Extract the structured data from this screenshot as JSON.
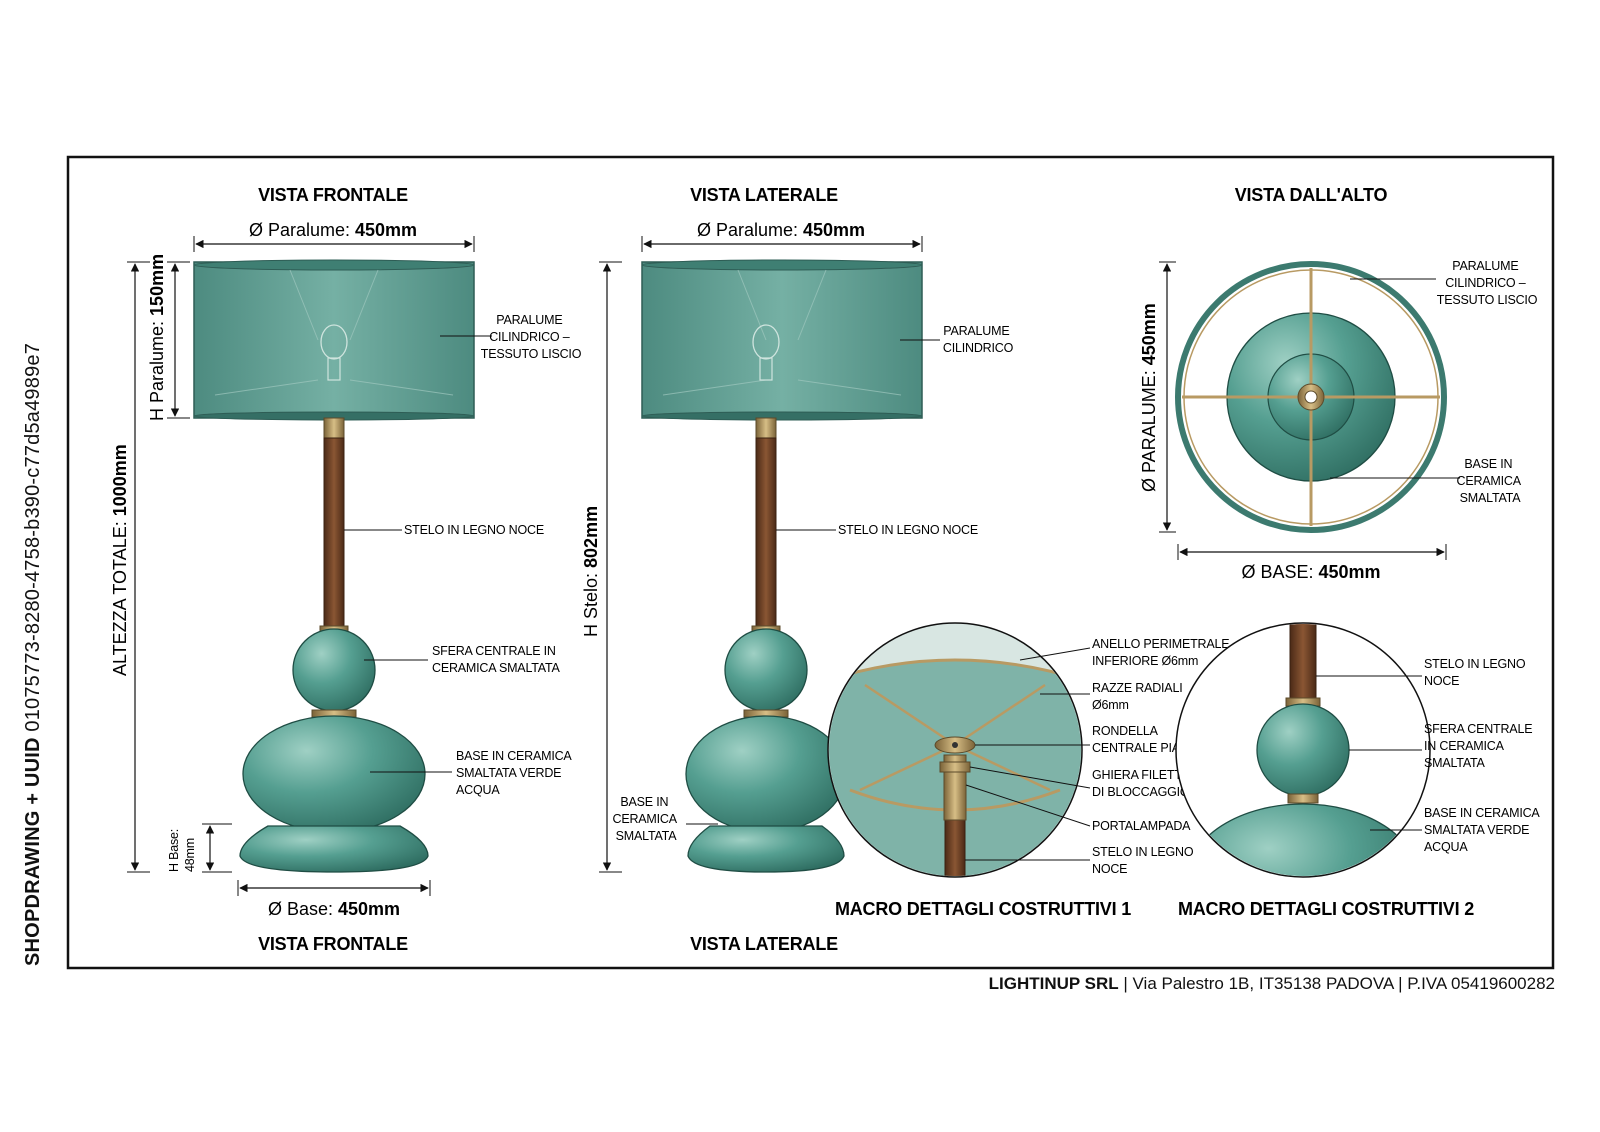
{
  "side_label": {
    "prefix": "SHOPDRAWING + UUID",
    "uuid": "01075773-8280-4758-b390-c77d5a4989e7"
  },
  "footer": {
    "company": "LIGHTINUP SRL",
    "details": "| Via Palestro 1B, IT35138 PADOVA | P.IVA 05419600282"
  },
  "colors": {
    "ceramic": "#4f9a8c",
    "ceramic_light": "#8fc6b9",
    "walnut": "#6e4227",
    "brass": "#b89a63",
    "shade": "#5f9d91",
    "line": "#111111"
  },
  "front": {
    "title_top": "VISTA FRONTALE",
    "title_bottom": "VISTA FRONTALE",
    "dim_shade_d_prefix": "Ø Paralume: ",
    "dim_shade_d_value": "450mm",
    "dim_total_h_prefix": "ALTEZZA TOTALE: ",
    "dim_total_h_value": "1000mm",
    "dim_shade_h_prefix": "H Paralume: ",
    "dim_shade_h_value": "150mm",
    "dim_base_h_line1": "H Base:",
    "dim_base_h_line2": "48mm",
    "dim_base_d_prefix": "Ø Base: ",
    "dim_base_d_value": "450mm",
    "labels": {
      "shade": [
        "PARALUME",
        "CILINDRICO –",
        "TESSUTO LISCIO"
      ],
      "stem": [
        "STELO IN LEGNO NOCE"
      ],
      "sphere": [
        "SFERA CENTRALE IN",
        "CERAMICA SMALTATA"
      ],
      "base": [
        "BASE IN CERAMICA",
        "SMALTATA VERDE",
        "ACQUA"
      ]
    }
  },
  "side": {
    "title_top": "VISTA LATERALE",
    "title_bottom": "VISTA LATERALE",
    "dim_shade_d_prefix": "Ø Paralume: ",
    "dim_shade_d_value": "450mm",
    "dim_stem_h_prefix": "H Stelo: ",
    "dim_stem_h_value": "802mm",
    "labels": {
      "shade": [
        "PARALUME",
        "CILINDRICO"
      ],
      "stem": [
        "STELO IN LEGNO NOCE"
      ],
      "base": [
        "BASE IN",
        "CERAMICA",
        "SMALTATA"
      ]
    }
  },
  "top": {
    "title": "VISTA DALL'ALTO",
    "dim_shade_d_prefix": "Ø PARALUME: ",
    "dim_shade_d_value": "450mm",
    "dim_base_d_prefix": "Ø BASE: ",
    "dim_base_d_value": "450mm",
    "labels": {
      "shade": [
        "PARALUME",
        "CILINDRICO –",
        "TESSUTO LISCIO"
      ],
      "base": [
        "BASE IN",
        "CERAMICA",
        "SMALTATA"
      ]
    }
  },
  "macro1": {
    "title": "MACRO DETTAGLI COSTRUTTIVI 1",
    "labels": {
      "ring": [
        "ANELLO PERIMETRALE",
        "INFERIORE Ø6mm"
      ],
      "spokes": [
        "RAZZE RADIALI",
        "Ø6mm"
      ],
      "washer": [
        "RONDELLA",
        "CENTRALE PIANA"
      ],
      "nut": [
        "GHIERA FILETTATA",
        "DI BLOCCAGGIO"
      ],
      "socket": [
        "PORTALAMPADA"
      ],
      "stem": [
        "STELO IN LEGNO",
        "NOCE"
      ]
    }
  },
  "macro2": {
    "title": "MACRO DETTAGLI COSTRUTTIVI 2",
    "labels": {
      "stem": [
        "STELO IN LEGNO",
        "NOCE"
      ],
      "sphere": [
        "SFERA CENTRALE",
        "IN CERAMICA",
        "SMALTATA"
      ],
      "base": [
        "BASE IN CERAMICA",
        "SMALTATA VERDE",
        "ACQUA"
      ]
    }
  }
}
